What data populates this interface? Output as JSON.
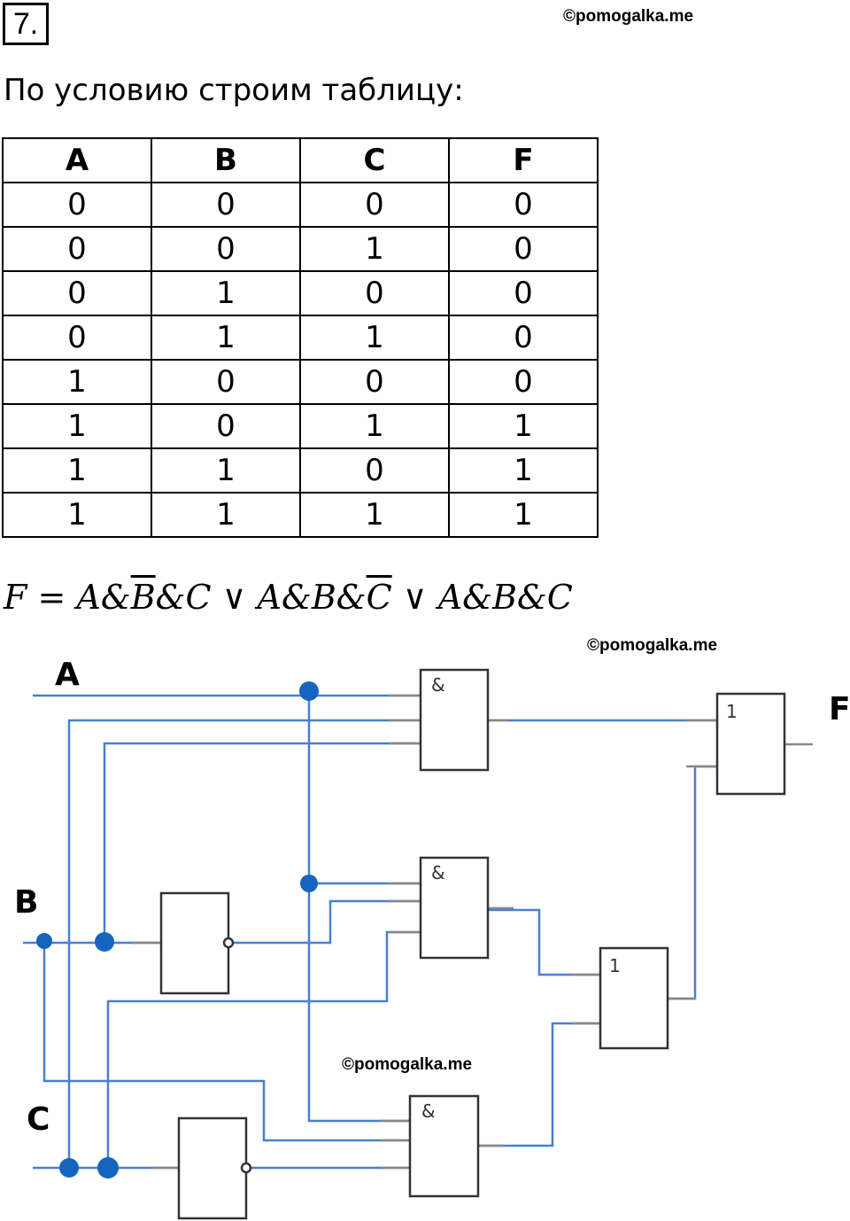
{
  "task_number": "7.",
  "watermark": "©pomogalka.me",
  "intro_text": "По условию строим таблицу:",
  "truth_table": {
    "headers": [
      "A",
      "B",
      "C",
      "F"
    ],
    "rows": [
      [
        "0",
        "0",
        "0",
        "0"
      ],
      [
        "0",
        "0",
        "1",
        "0"
      ],
      [
        "0",
        "1",
        "0",
        "0"
      ],
      [
        "0",
        "1",
        "1",
        "0"
      ],
      [
        "1",
        "0",
        "0",
        "0"
      ],
      [
        "1",
        "0",
        "1",
        "1"
      ],
      [
        "1",
        "1",
        "0",
        "1"
      ],
      [
        "1",
        "1",
        "1",
        "1"
      ]
    ]
  },
  "formula": {
    "lhs": "F",
    "eq": "=",
    "or": "∨",
    "term1": [
      "A",
      "&",
      "B",
      "&",
      "C"
    ],
    "term2": [
      "A",
      "&",
      "B",
      "&",
      "C"
    ],
    "term3": [
      "A",
      "&",
      "B",
      "&",
      "C"
    ]
  },
  "circuit": {
    "input_labels": [
      "A",
      "B",
      "C"
    ],
    "output_label": "F",
    "and_symbol": "&",
    "or_symbol": "1",
    "colors": {
      "wire": "#4a7fd0",
      "node": "#1565c0",
      "gate_border": "#333333"
    }
  }
}
